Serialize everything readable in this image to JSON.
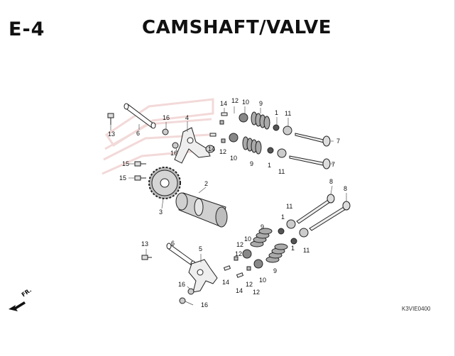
{
  "header": {
    "section_code": "E-4",
    "title": "CAMSHAFT/VALVE"
  },
  "footer": {
    "reference_code": "K3VIE0400",
    "direction_label": "FR."
  },
  "callouts": [
    "14",
    "12",
    "10",
    "9",
    "1",
    "11",
    "7",
    "13",
    "6",
    "16",
    "4",
    "16",
    "14",
    "12",
    "10",
    "9",
    "1",
    "11",
    "7",
    "15",
    "15",
    "2",
    "3",
    "8",
    "8",
    "11",
    "1",
    "9",
    "10",
    "12",
    "11",
    "1",
    "13",
    "6",
    "5",
    "12",
    "14",
    "14",
    "12",
    "10",
    "9",
    "12",
    "16",
    "16"
  ],
  "icons": [
    "fr-arrow-icon",
    "honda-wing-watermark"
  ]
}
